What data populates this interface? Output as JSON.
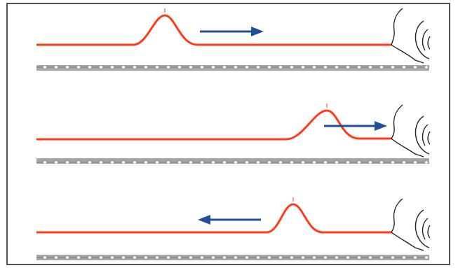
{
  "figure": {
    "panels": [
      {
        "id": "panel-1",
        "pulse_position": "near-left",
        "motion": "rightward"
      },
      {
        "id": "panel-2",
        "pulse_position": "at-wall",
        "motion": "rightward"
      },
      {
        "id": "panel-3",
        "pulse_position": "reflected",
        "motion": "leftward"
      }
    ],
    "colors": {
      "string": "#ff3b1a",
      "arrow": "#1f4e9a",
      "ground": "#9a9a9a",
      "frame": "#1a1a1a"
    },
    "icons": [
      "hand-icon",
      "ear-icon",
      "ground-strip"
    ]
  }
}
